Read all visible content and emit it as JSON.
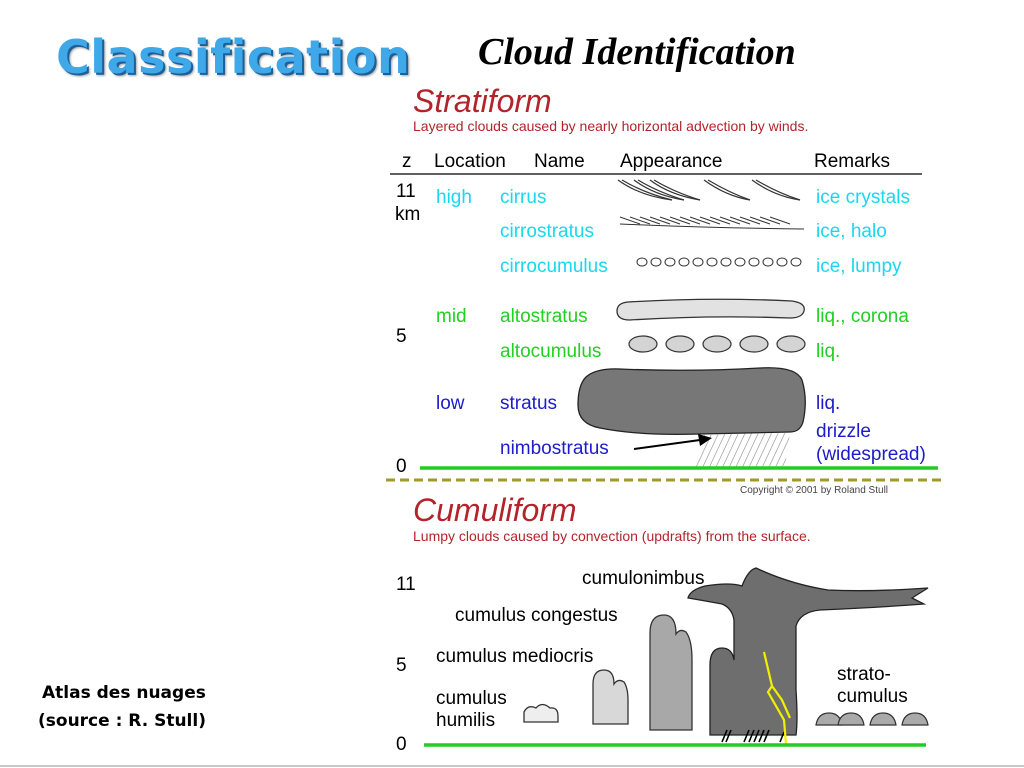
{
  "slide": {
    "title": "Classification",
    "diagram_title": "Cloud Identification",
    "source_line1": "Atlas des nuages",
    "source_line2": "(source : R. Stull)"
  },
  "colors": {
    "title_blue": "#3fa8e8",
    "section_red": "#b3242a",
    "high_cyan": "#18d8f0",
    "mid_green": "#22d022",
    "low_blue": "#1c1cc8",
    "ground_green": "#22cc22",
    "divider_olive": "#a09a2a",
    "cloud_dark": "#777777",
    "cloud_light": "#b8b8b8",
    "cloud_pale": "#e2e2e2",
    "lightning": "#f0f000"
  },
  "stratiform": {
    "heading": "Stratiform",
    "subtitle": "Layered clouds caused by nearly horizontal advection by winds.",
    "columns": {
      "z": "z",
      "location": "Location",
      "name": "Name",
      "appearance": "Appearance",
      "remarks": "Remarks"
    },
    "z_top": "11",
    "z_unit": "km",
    "z_mid": "5",
    "z_zero": "0",
    "levels": {
      "high": "high",
      "mid": "mid",
      "low": "low"
    },
    "clouds": {
      "cirrus": {
        "name": "cirrus",
        "remark": "ice crystals"
      },
      "cirrostratus": {
        "name": "cirrostratus",
        "remark": "ice, halo"
      },
      "cirrocumulus": {
        "name": "cirrocumulus",
        "remark": "ice, lumpy"
      },
      "altostratus": {
        "name": "altostratus",
        "remark": "liq., corona"
      },
      "altocumulus": {
        "name": "altocumulus",
        "remark": "liq."
      },
      "stratus": {
        "name": "stratus",
        "remark": "liq."
      },
      "nimbostratus": {
        "name": "nimbostratus",
        "remark_line1": "drizzle",
        "remark_line2": "(widespread)"
      }
    },
    "copyright": "Copyright © 2001 by Roland Stull"
  },
  "cumuliform": {
    "heading": "Cumuliform",
    "subtitle": "Lumpy clouds caused by convection (updrafts) from the surface.",
    "z_top": "11",
    "z_mid": "5",
    "z_zero": "0",
    "labels": {
      "cumulonimbus": "cumulonimbus",
      "congestus": "cumulus congestus",
      "mediocris": "cumulus mediocris",
      "humilis_line1": "cumulus",
      "humilis_line2": "humilis",
      "strato_line1": "strato-",
      "strato_line2": "cumulus"
    }
  }
}
